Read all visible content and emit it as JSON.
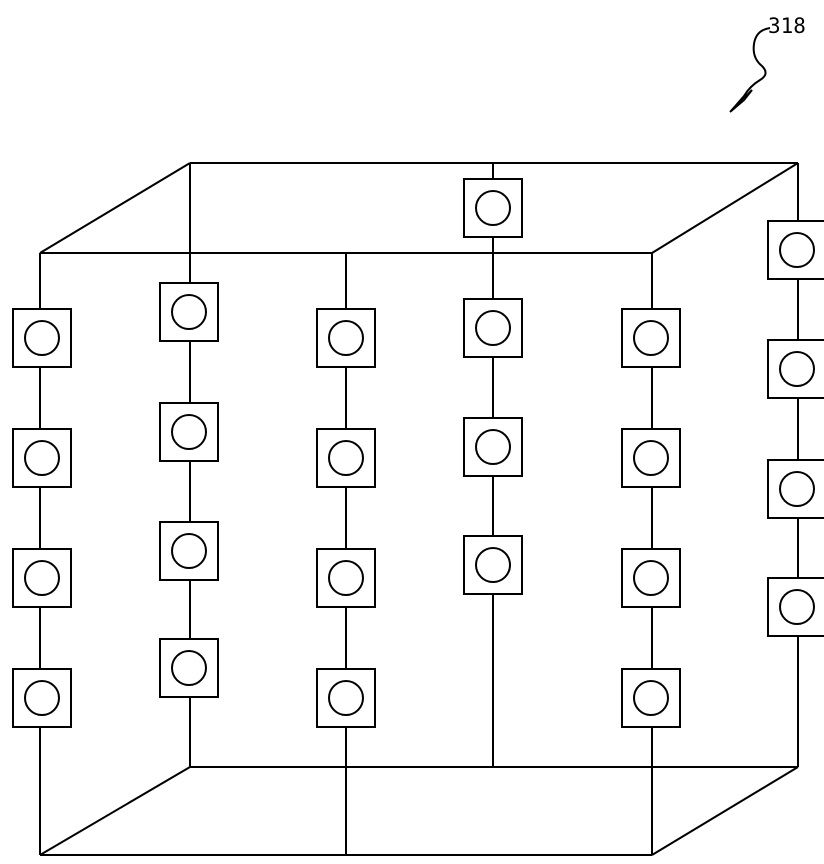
{
  "figure": {
    "reference_numeral": "318",
    "line_color": "#000000",
    "background_color": "#ffffff"
  },
  "columns": [
    {
      "name": "front-left-column",
      "node_count": 4
    },
    {
      "name": "back-left-column",
      "node_count": 4
    },
    {
      "name": "front-middle-column",
      "node_count": 4
    },
    {
      "name": "back-middle-column",
      "node_count": 4
    },
    {
      "name": "front-right-column",
      "node_count": 4
    },
    {
      "name": "back-right-column",
      "node_count": 4
    }
  ]
}
